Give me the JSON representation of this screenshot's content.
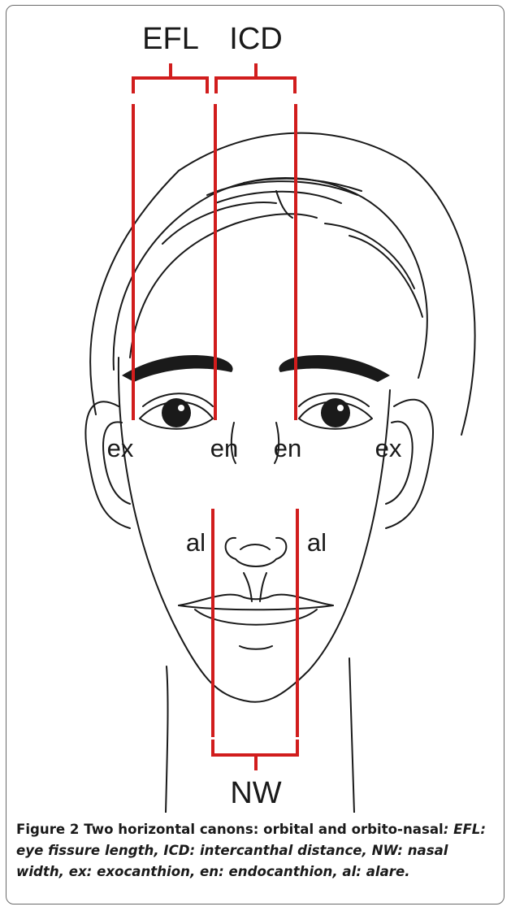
{
  "labels": {
    "efl": "EFL",
    "icd": "ICD",
    "nw": "NW",
    "ex_left": "ex",
    "en_left": "en",
    "en_right": "en",
    "ex_right": "ex",
    "al_left": "al",
    "al_right": "al"
  },
  "caption": {
    "label": "Figure 2",
    "title": " Two horizontal canons: orbital and orbito-nasal",
    "colon": ":",
    "description": " EFL: eye fissure length, ICD: intercanthal distance, NW: nasal width, ex: exocanthion, en: endocanthion, al: alare."
  },
  "colors": {
    "measure_red": "#d11d1d",
    "line_art": "#1a1a1a"
  }
}
